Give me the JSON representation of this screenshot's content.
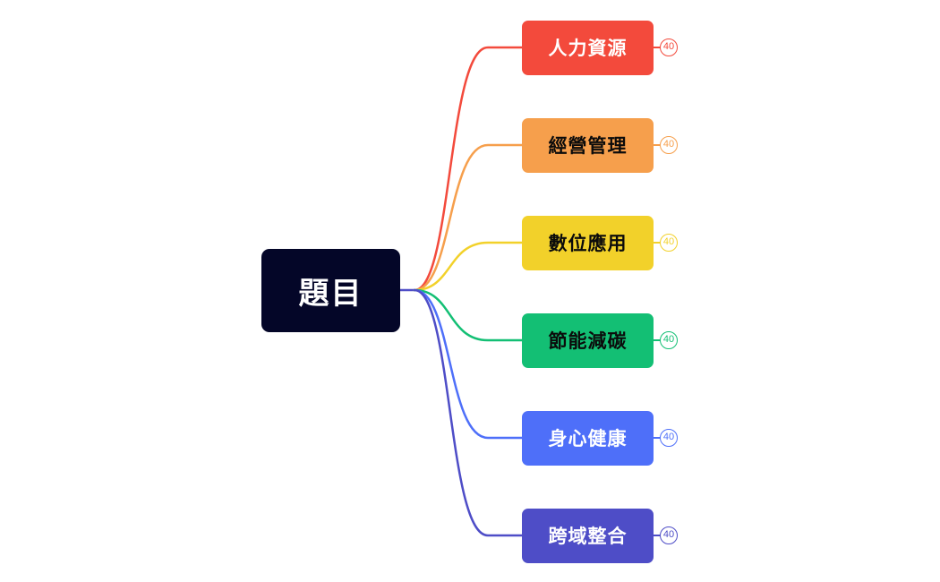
{
  "root": {
    "title": "題目",
    "color": "#040628",
    "text_color": "#ffffff"
  },
  "branches": [
    {
      "label": "人力資源",
      "color": "#F34A3C",
      "text_color": "#ffffff",
      "count": "40"
    },
    {
      "label": "經營管理",
      "color": "#F69F4C",
      "text_color": "#0b0b0b",
      "count": "40"
    },
    {
      "label": "數位應用",
      "color": "#F2D12A",
      "text_color": "#0b0b0b",
      "count": "40"
    },
    {
      "label": "節能減碳",
      "color": "#13BF74",
      "text_color": "#0b0b0b",
      "count": "40"
    },
    {
      "label": "身心健康",
      "color": "#4E6FF9",
      "text_color": "#ffffff",
      "count": "40"
    },
    {
      "label": "跨域整合",
      "color": "#4E4DC7",
      "text_color": "#ffffff",
      "count": "40"
    }
  ]
}
